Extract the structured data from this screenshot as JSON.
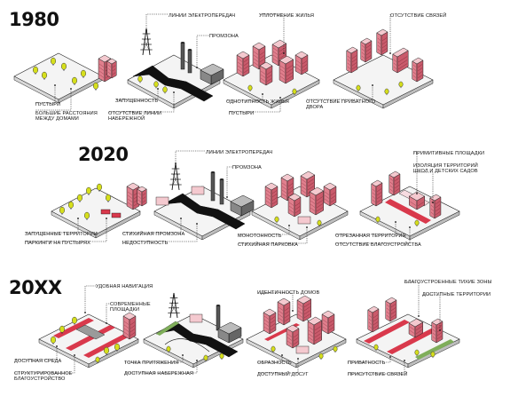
{
  "rows": [
    {
      "year": "1980",
      "labels": {
        "wasteland": "ПУСТЫРИ",
        "distances": "БОЛЬШИЕ РАССТОЯНИЯ МЕЖДУ ДОМАМИ",
        "power_lines": "ЛИНИИ ЭЛЕКТРОПЕРЕДАЧ",
        "neglect": "ЗАПУЩЕННОСТЬ",
        "no_embankment": "ОТСУТСТВИЕ ЛИНИИ НАБЕРЕЖНОЙ",
        "promzone": "ПРОМЗОНА",
        "densification": "УПЛОТНЕНИЕ ЖИЛЬЯ",
        "monotony": "ОДНОТИПНОСТЬ ЖИЛЬЯ",
        "wasteland_2": "ПУСТЫРИ",
        "no_links": "ОТСУТСТВИЕ СВЯЗЕЙ",
        "no_private_yard": "ОТСУТСТВИЕ ПРИВАТНОГО ДВОРА"
      }
    },
    {
      "year": "2020",
      "labels": {
        "neglected_areas": "ЗАПУЩЕННЫЕ ТЕРРИТОРИИ",
        "parking_wasteland": "ПАРКИНГИ НА ПУСТЫРЯХ",
        "power_lines": "ЛИНИИ ЭЛЕКТРОПЕРЕДАЧ",
        "promzone": "ПРОМЗОНА",
        "spontaneous_promzone": "СТИХИЙНАЯ ПРОМЗОНА",
        "inaccessibility": "НЕДОСТУПНОСТЬ",
        "monotony": "МОНОТОННОСТЬ",
        "spontaneous_parking": "СТИХИЙНАЯ ПАРКОВКА",
        "primitive_playgrounds": "ПРИМИТИВНЫЕ ПЛОЩАДКИ",
        "isolation": "ИЗОЛЯЦИЯ ТЕРРИТОРИЙ ШКОЛ И ДЕТСКИХ САДОВ",
        "cut_off": "ОТРЕЗАННАЯ ТЕРРИТОРИЯ",
        "no_improvement": "ОТСУТСТВИЕ БЛАГОУСТРОЙСТВА"
      }
    },
    {
      "year": "20XX",
      "labels": {
        "navigation": "УДОБНАЯ НАВИГАЦИЯ",
        "modern_playgrounds": "СОВРЕМЕННЫЕ ПЛОЩАДКИ",
        "accessible_env": "ДОСУПНАЯ СРЕДА",
        "structured": "СТРУКТУРИРОВАННОЕ БЛАГОУСТРОЙСТВО",
        "attraction": "ТОЧКА ПРИТЯЖЕНИЯ",
        "accessible_embankment": "ДОСТУПНАЯ НАБЕРЕЖНАЯ",
        "identity": "ИДЕНТИЧНОСТЬ ДОМОВ",
        "imagery": "ОБРАЗНОСТЬ",
        "accessible_leisure": "ДОСТУПНЫЙ ДОСУГ",
        "quiet_zones": "БЛАГОУСТРОЕННЫЕ ТИХИЕ ЗОНЫ",
        "accessible_areas": "ДОСТУПНЫЕ ТЕРРИТОРИИ",
        "privacy": "ПРИВАТНОСТЬ",
        "presence_links": "ПРИСУТСТВИЕ СВЯЗЕЙ"
      }
    }
  ],
  "colors": {
    "building_top": "#f4c9cf",
    "building_left": "#e07f8d",
    "building_right": "#c95a6b",
    "tree": "#d6df1c",
    "tree_dark": "#9aa414",
    "ground": "#f4f4f4",
    "ground_side": "#bdbdbd",
    "water": "#111111",
    "red_path": "#d9394c",
    "green": "#7fae5a",
    "industrial": "#555555"
  }
}
